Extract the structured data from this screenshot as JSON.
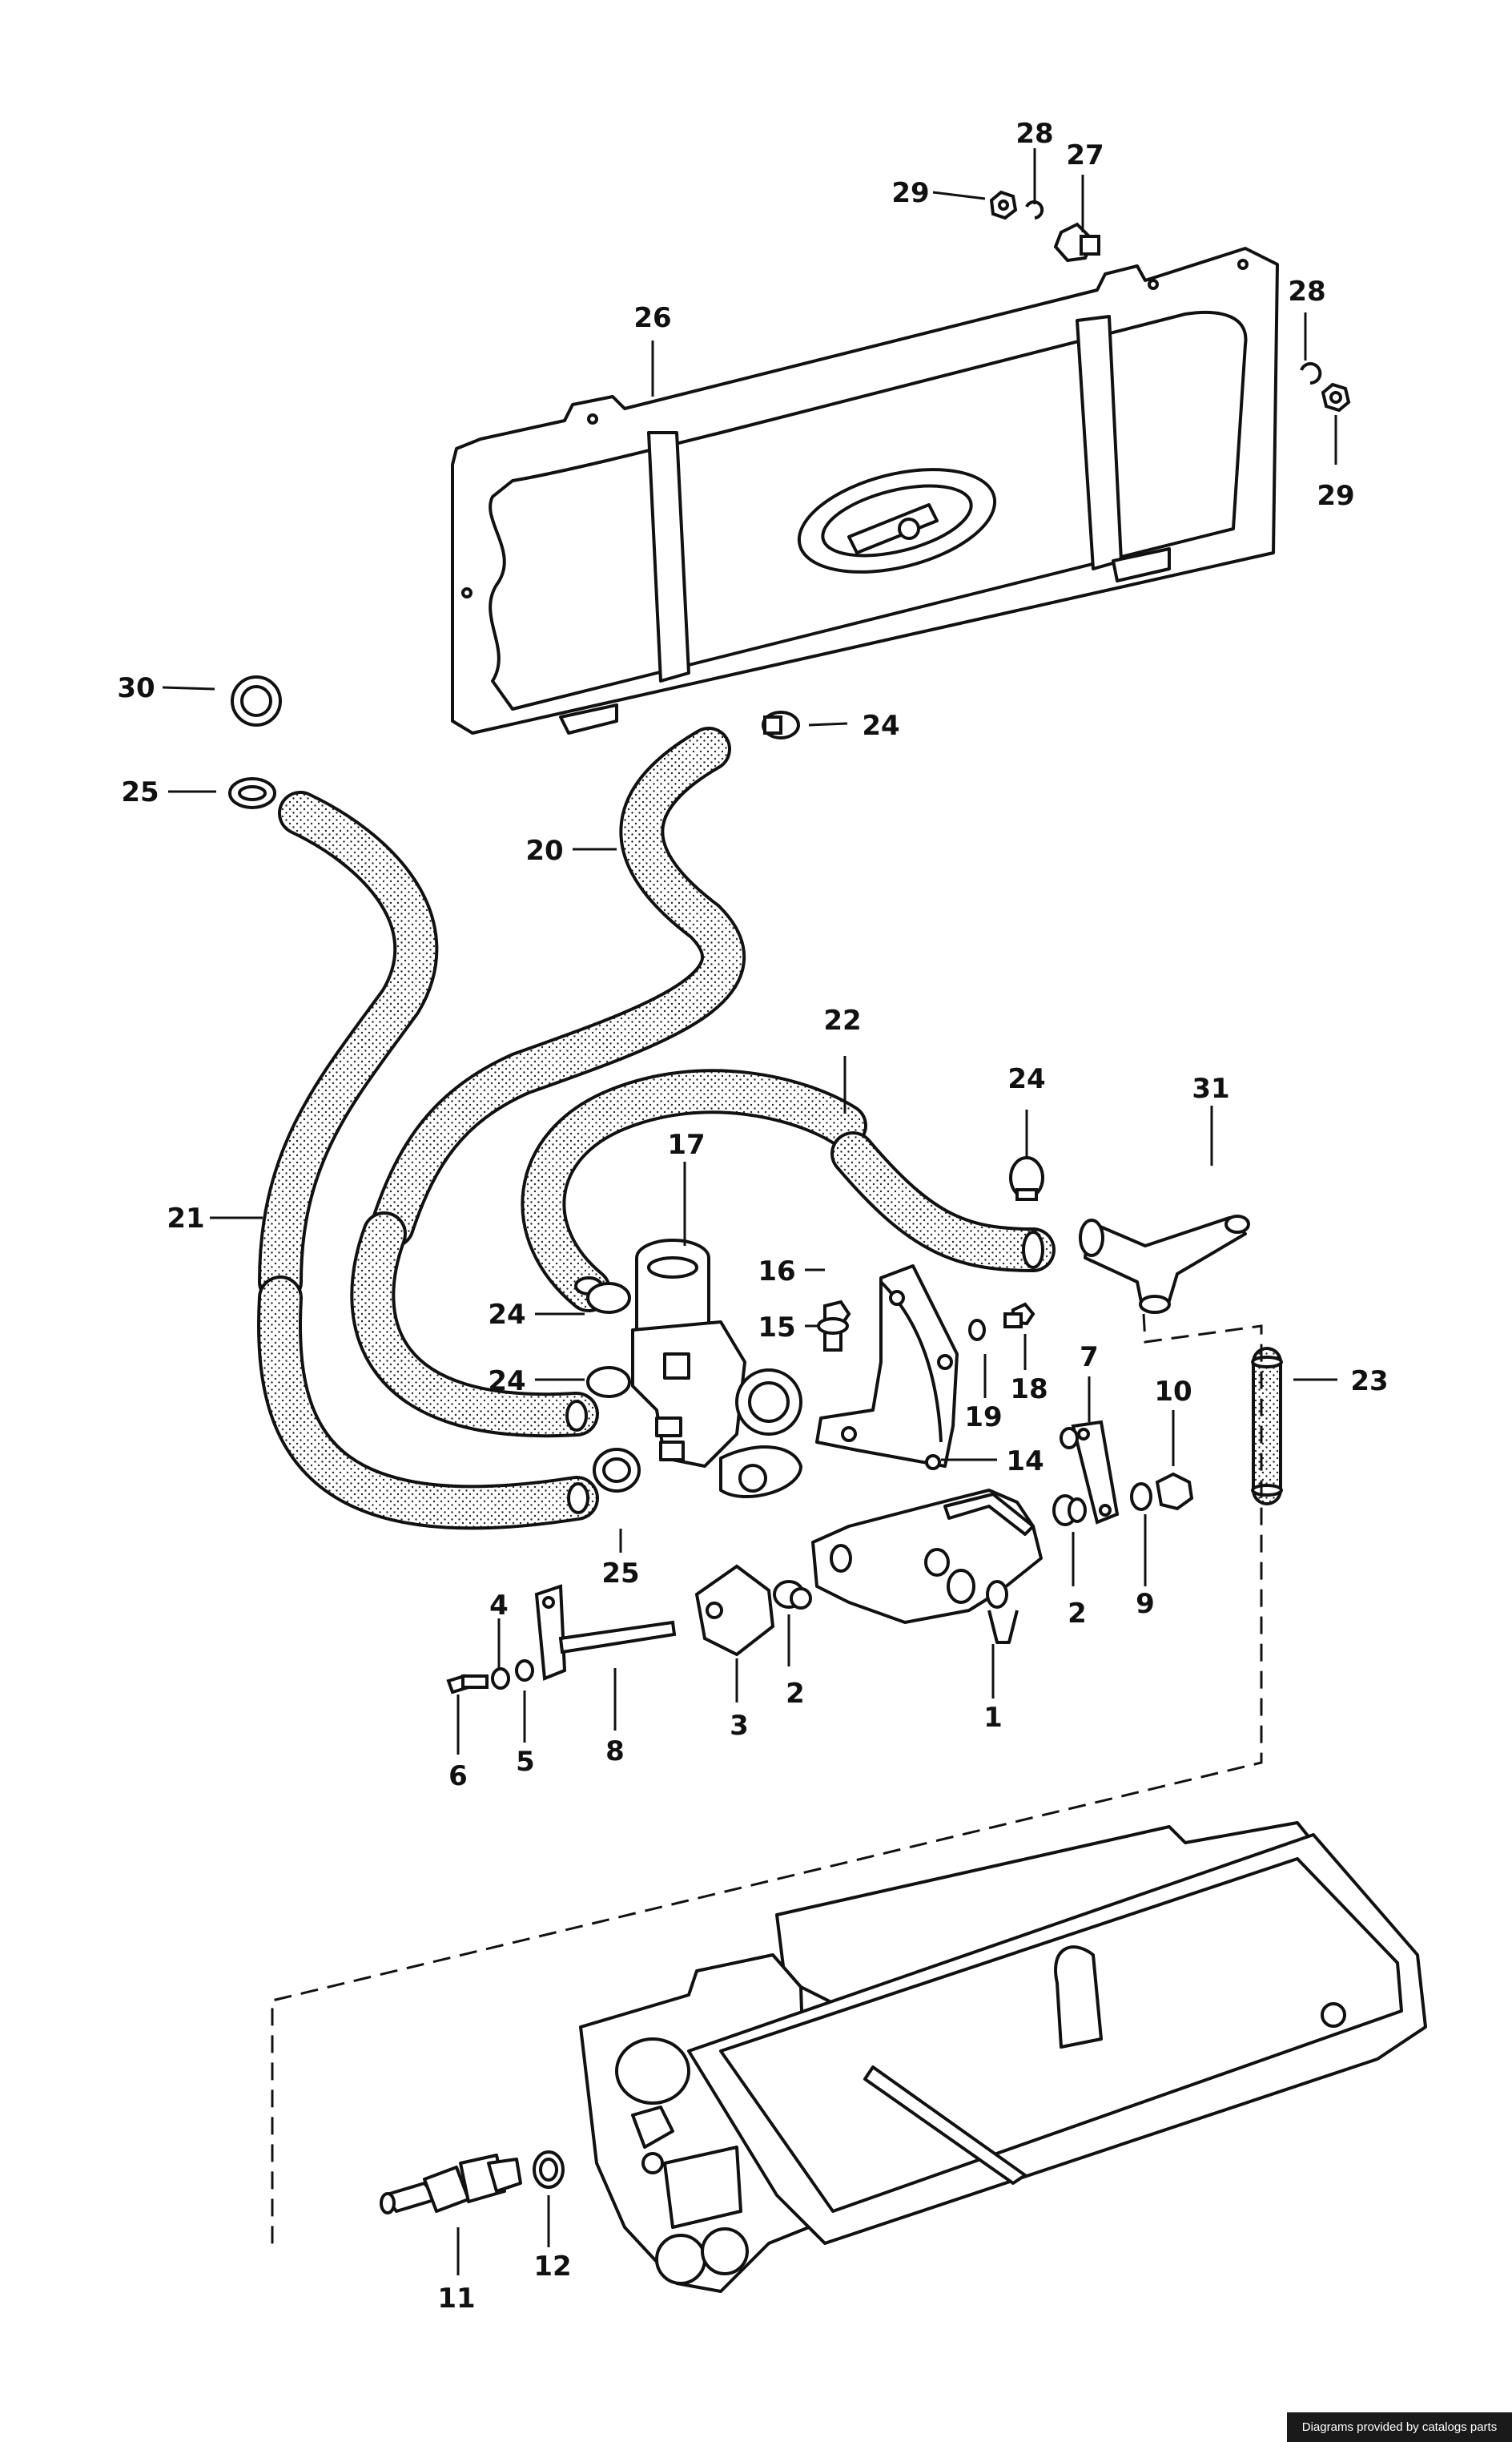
{
  "callouts": {
    "n1": "1",
    "n2a": "2",
    "n2b": "2",
    "n3": "3",
    "n4": "4",
    "n5": "5",
    "n6": "6",
    "n7": "7",
    "n8": "8",
    "n9": "9",
    "n10": "10",
    "n11": "11",
    "n12": "12",
    "n14": "14",
    "n15": "15",
    "n16": "16",
    "n17": "17",
    "n18": "18",
    "n19": "19",
    "n20": "20",
    "n21": "21",
    "n22": "22",
    "n23": "23",
    "n24a": "24",
    "n24b": "24",
    "n24c": "24",
    "n24d": "24",
    "n25a": "25",
    "n25b": "25",
    "n26": "26",
    "n27": "27",
    "n28a": "28",
    "n28b": "28",
    "n29a": "29",
    "n29b": "29",
    "n30": "30",
    "n31": "31"
  },
  "footer": {
    "credit": "Diagrams provided by catalogs parts"
  },
  "colors": {
    "line": "#111111",
    "background": "#ffffff",
    "footer_bg": "#1a1a1a",
    "footer_text": "#ffffff"
  }
}
